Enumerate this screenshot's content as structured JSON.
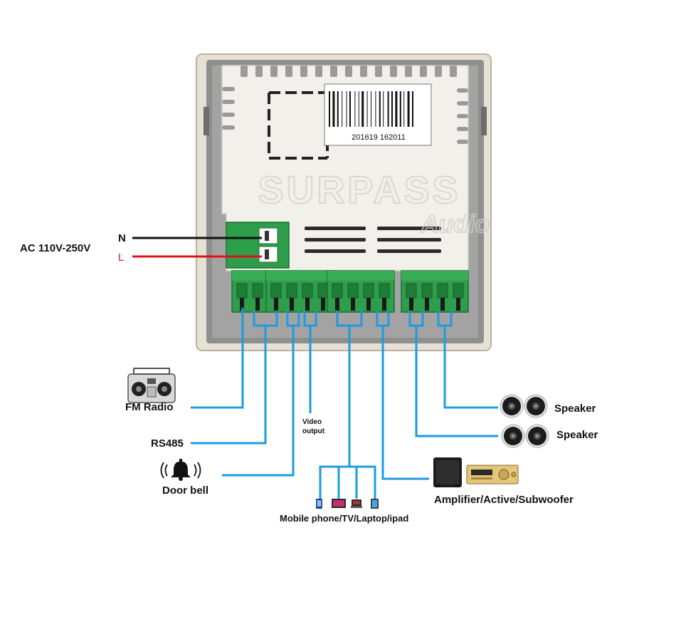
{
  "power": {
    "label": "AC 110V-250V",
    "neutral_label": "N",
    "live_label": "L",
    "neutral_color": "#111111",
    "live_color": "#e0101a"
  },
  "device": {
    "barcode_text": "201619  162011",
    "watermark_line1": "SURPASS",
    "watermark_line2": "Audio"
  },
  "connections": {
    "fm_radio": "FM Radio",
    "rs485": "RS485",
    "door_bell": "Door bell",
    "video_output_line1": "Video",
    "video_output_line2": "output",
    "sources": "Mobile phone/TV/Laptop/ipad",
    "amplifier": "Amplifier/Active/Subwoofer",
    "speaker_1": "Speaker",
    "speaker_2": "Speaker"
  },
  "colors": {
    "wire": "#1e9be0",
    "terminal": "#2f9e4a",
    "panel_frame": "#8f8f8f",
    "panel_board": "#f2f0ea"
  },
  "icons": [
    "radio-icon",
    "bell-icon",
    "speaker-icon",
    "subwoofer-icon",
    "receiver-icon",
    "mobile-phone-icon",
    "tv-icon",
    "laptop-icon",
    "tablet-icon"
  ]
}
